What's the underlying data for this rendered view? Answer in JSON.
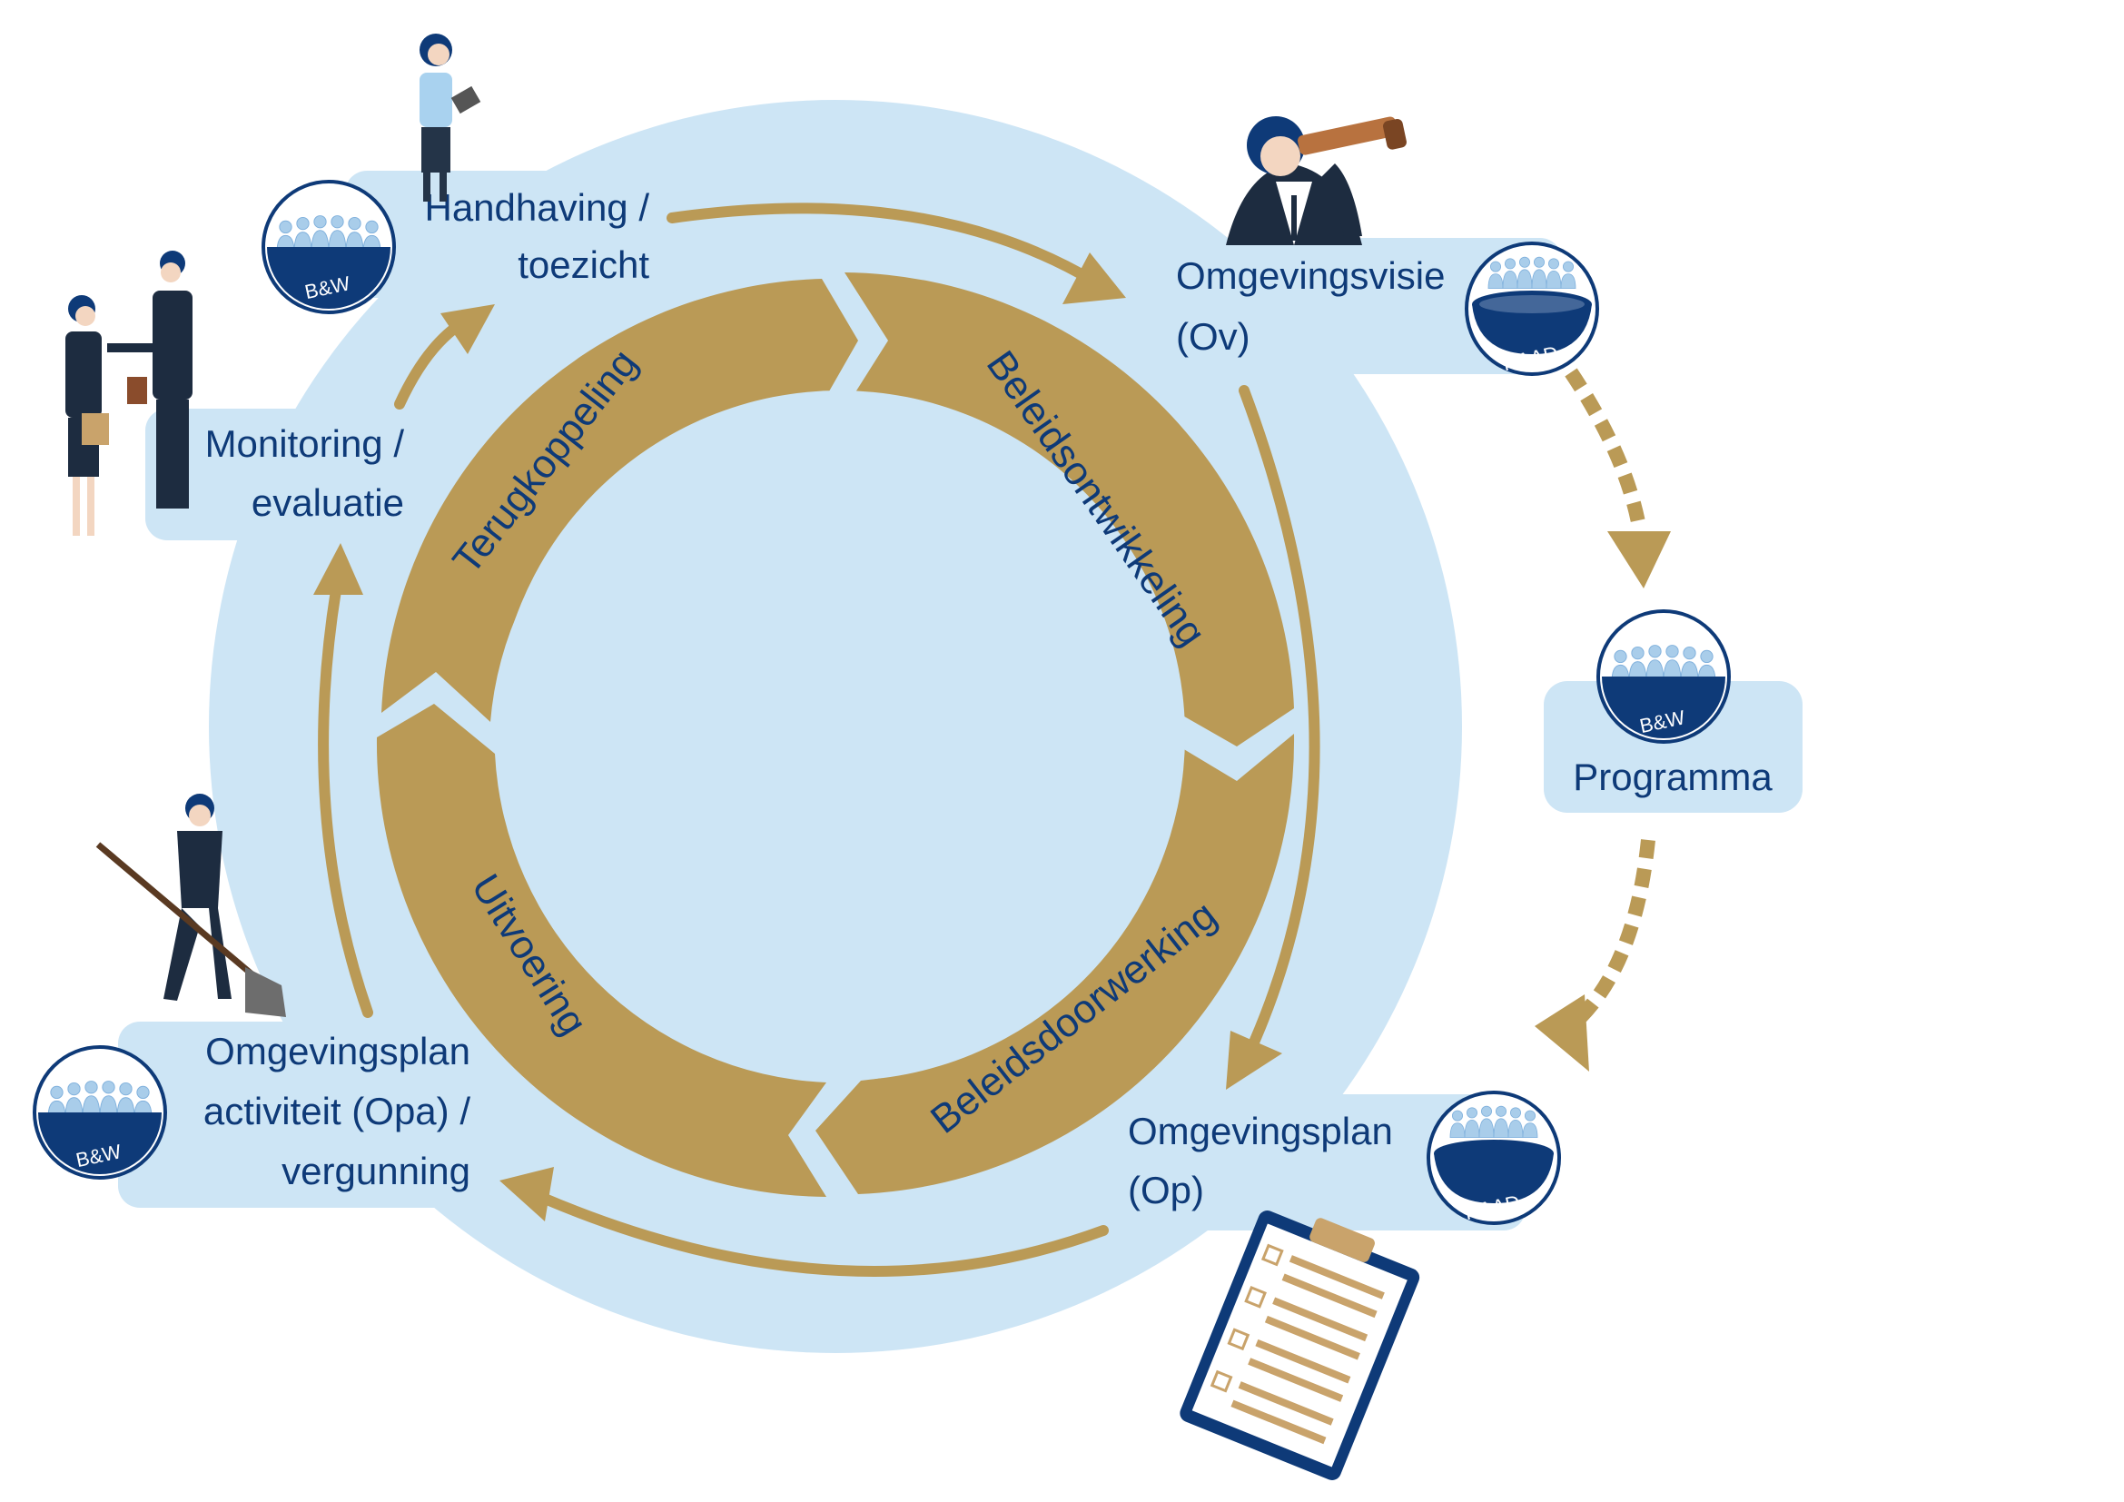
{
  "colors": {
    "light_blue": "#cde5f5",
    "gold": "#ba9a56",
    "navy": "#0e3a78",
    "white": "#ffffff"
  },
  "ring": {
    "segments": [
      "Terugkoppeling",
      "Beleidsontwikkeling",
      "Beleidsdoorwerking",
      "Uitvoering"
    ]
  },
  "nodes": {
    "handhaving": {
      "line1": "Handhaving /",
      "line2": "toezicht",
      "badge": "B&W"
    },
    "omgevingsvisie": {
      "line1": "Omgevingsvisie",
      "line2": "(Ov)",
      "badge": "RAAD"
    },
    "programma": {
      "label": "Programma",
      "badge": "B&W"
    },
    "omgevingsplan": {
      "line1": "Omgevingsplan",
      "line2": "(Op)",
      "badge": "RAAD"
    },
    "opa": {
      "line1": "Omgevingsplan",
      "line2": "activiteit (Opa) /",
      "line3": "vergunning",
      "badge": "B&W"
    },
    "monitoring": {
      "line1": "Monitoring /",
      "line2": "evaluatie"
    }
  },
  "icons": [
    "woman-tablet-icon",
    "handshake-icon",
    "telescope-man-icon",
    "digging-man-icon",
    "clipboard-icon",
    "council-people-icon"
  ]
}
